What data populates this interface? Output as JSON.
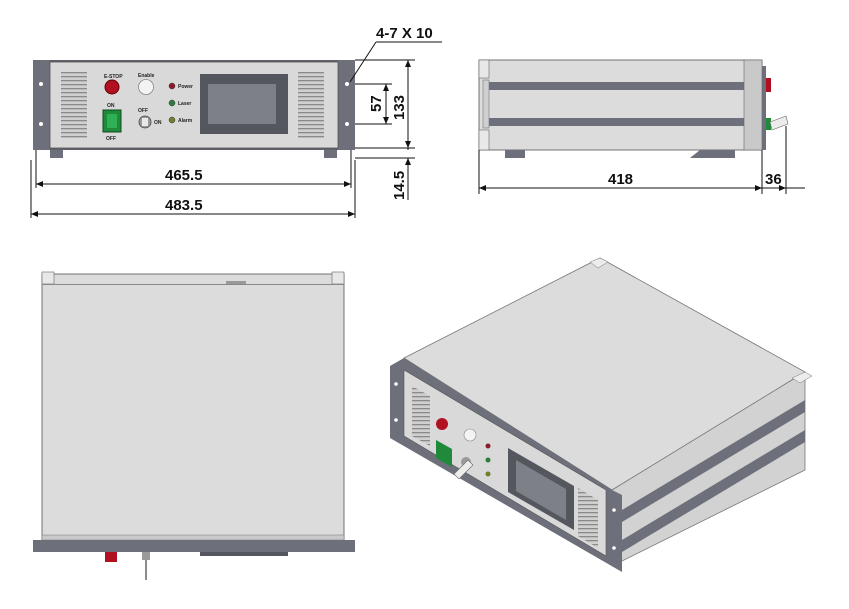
{
  "front_panel": {
    "estop_label": "E-STOP",
    "enable_label": "Enable",
    "indicators": [
      "Power",
      "Laser",
      "Alarm"
    ],
    "switch_on_label": "ON",
    "switch_off_label": "OFF",
    "key_off_label": "OFF",
    "key_on_label": "ON"
  },
  "dimensions": {
    "mount_holes": "4-7 X 10",
    "hole_spacing": "57",
    "height": "133",
    "foot_height": "14.5",
    "body_width": "465.5",
    "overall_width": "483.5",
    "depth": "418",
    "key_protrusion": "36"
  },
  "colors": {
    "panel": "#d9d9d9",
    "ear": "#6d6f7a",
    "display_frame": "#55575f",
    "display_screen": "#7e8088",
    "estop": "#b01020",
    "power_switch": "#1e8a3a",
    "enclosure": "#dcdcdc"
  }
}
